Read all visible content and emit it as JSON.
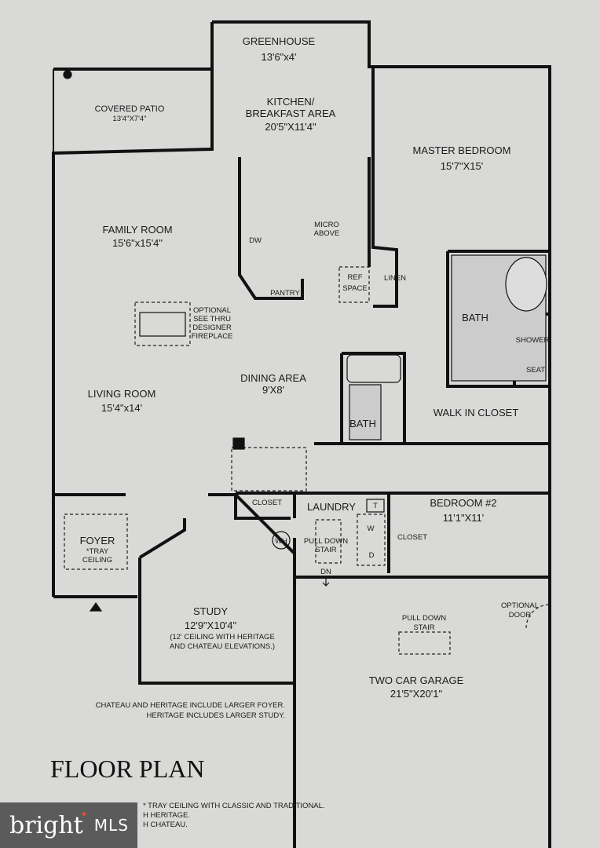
{
  "title": "FLOOR PLAN",
  "rooms": {
    "greenhouse": {
      "name": "GREENHOUSE",
      "size": "13'6\"x4'"
    },
    "covered_patio": {
      "name": "COVERED PATIO",
      "size": "13'4\"X7'4\""
    },
    "kitchen": {
      "name1": "KITCHEN/",
      "name2": "BREAKFAST AREA",
      "size": "20'5\"X11'4\""
    },
    "master_bedroom": {
      "name": "MASTER BEDROOM",
      "size": "15'7\"X15'"
    },
    "family_room": {
      "name": "FAMILY ROOM",
      "size": "15'6\"x15'4\""
    },
    "living_room": {
      "name": "LIVING ROOM",
      "size": "15'4\"x14'"
    },
    "dining": {
      "name": "DINING AREA",
      "size": "9'X8'"
    },
    "bedroom2": {
      "name": "BEDROOM #2",
      "size": "11'1\"X11'"
    },
    "study": {
      "name": "STUDY",
      "size": "12'9\"X10'4\"",
      "note1": "(12' CEILING WITH HERITAGE",
      "note2": "AND CHATEAU ELEVATIONS.)"
    },
    "garage": {
      "name": "TWO CAR GARAGE",
      "size": "21'5\"X20'1\""
    },
    "foyer": {
      "name": "FOYER",
      "note1": "*TRAY",
      "note2": "CEILING"
    }
  },
  "fixtures": {
    "fireplace": [
      "OPTIONAL",
      "SEE THRU",
      "DESIGNER",
      "FIREPLACE"
    ],
    "micro": [
      "MICRO",
      "ABOVE"
    ],
    "dw": "DW",
    "pantry": "PANTRY",
    "ref": [
      "REF",
      "SPACE"
    ],
    "linen": "LINEN",
    "bath_master": "BATH",
    "shower": "SHOWER",
    "seat": "SEAT",
    "walk_in_closet": "WALK IN CLOSET",
    "bath_hall": "BATH",
    "closet_hall": "CLOSET",
    "laundry": "LAUNDRY",
    "t": "T",
    "w": "W",
    "d": "D",
    "wh": "WH",
    "pull_down_stair": [
      "PULL DOWN",
      "STAIR"
    ],
    "dn": "DN",
    "closet_bed2": "CLOSET",
    "garage_stair": [
      "PULL DOWN",
      "STAIR"
    ],
    "optional_door": [
      "OPTIONAL",
      "DOOR"
    ]
  },
  "notes": {
    "elevation1": "CHATEAU AND HERITAGE INCLUDE LARGER FOYER.",
    "elevation2": "HERITAGE INCLUDES LARGER STUDY.",
    "tray1": "* TRAY CEILING WITH CLASSIC AND TRADITIONAL.",
    "tray2": "H HERITAGE.",
    "tray3": "H CHATEAU."
  },
  "watermark": {
    "brand": "bright",
    "suffix": "MLS"
  }
}
